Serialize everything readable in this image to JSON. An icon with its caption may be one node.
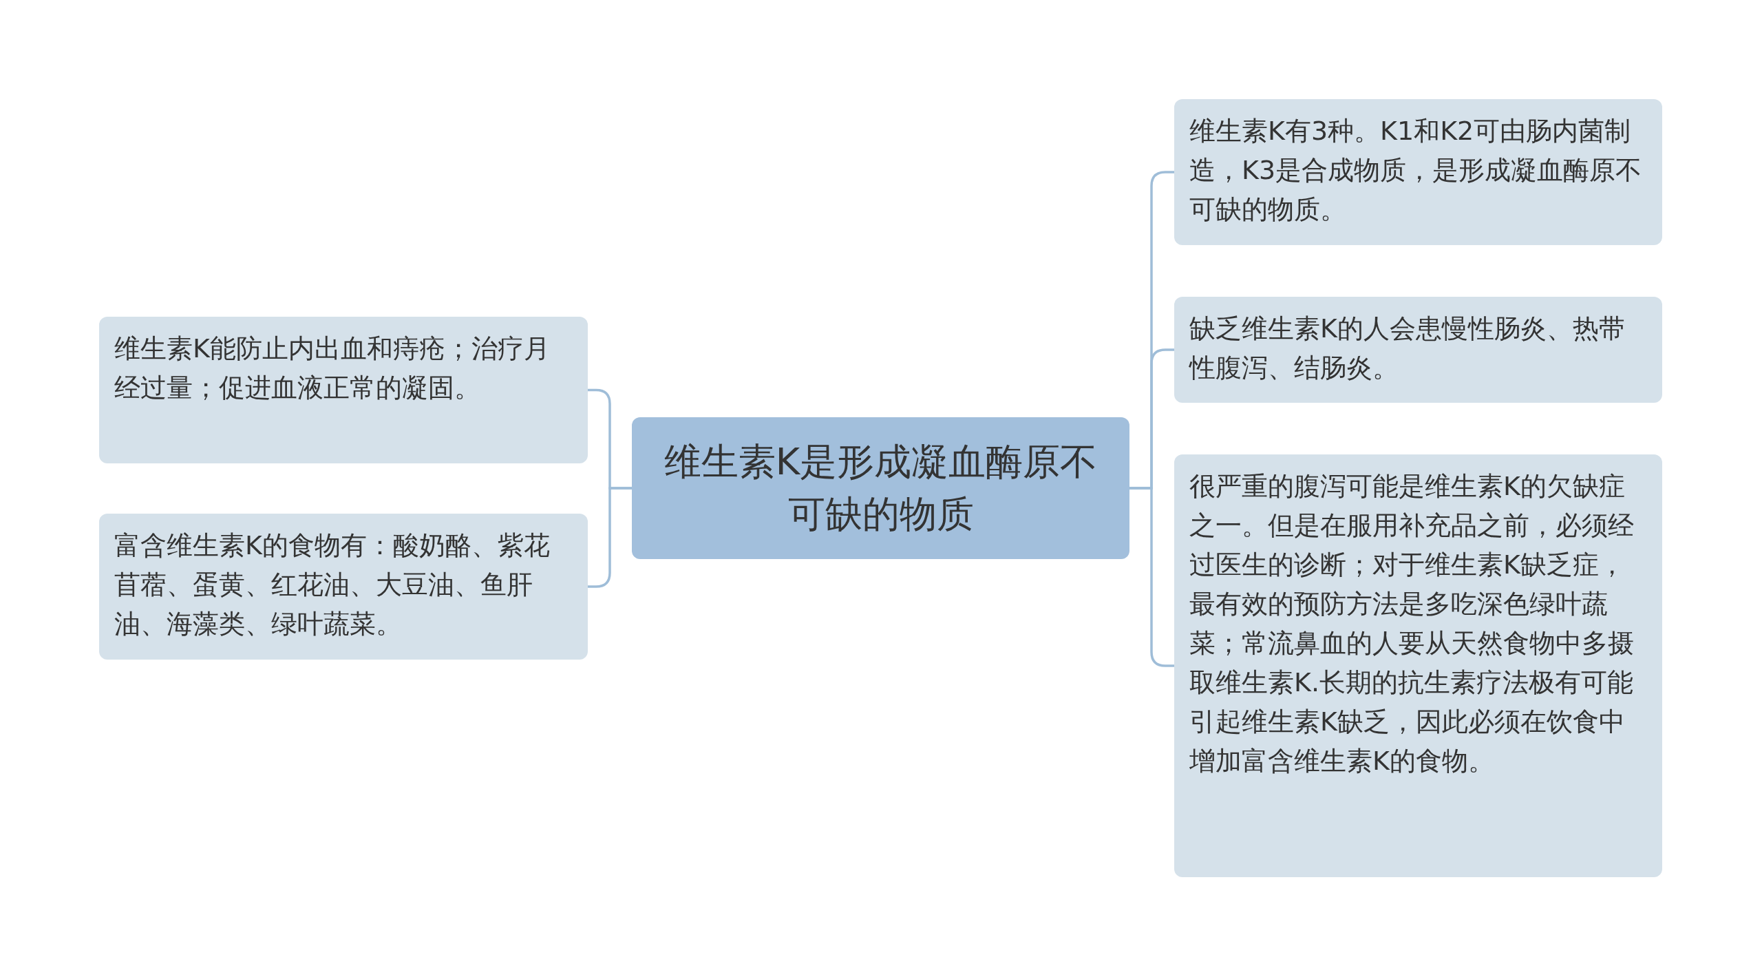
{
  "diagram": {
    "nodes": [
      {
        "text": [
          "维生素K是形成凝血酶原不可缺的物质"
        ]
      },
      {
        "text": [
          "维生素K能防止内出血和痔疮；治疗月经过量；促进血液正常的凝固。"
        ]
      },
      {
        "text": [
          "富含维生素K的食物有：酸奶酪、紫花苜蓿、蛋黄、红花油、大豆油、鱼肝油、海藻类、绿叶蔬菜。"
        ]
      },
      {
        "text": [
          "维生素K有3种。K1和K2可由肠内菌制造，K3是合成物质，是形成凝血酶原不可缺的物质。"
        ]
      },
      {
        "text": [
          "缺乏维生素K的人会患慢性肠炎、热带性腹泻、结肠炎。"
        ]
      },
      {
        "text": [
          "很严重的腹泻可能是维生素K的欠缺症之一。但是在服用补充品之前，必须经过医生的诊断；对于维生素K缺乏症，最有效的预防方法是多吃深色绿叶蔬菜；常流鼻血的人要从天然食物中多摄取维生素K.长期的抗生素疗法极有可能引起维生素K缺乏，因此必须在饮食中增加富含维生素K的食物。"
        ]
      }
    ],
    "edges": [
      {
        "from": 0,
        "to": 1,
        "arrow": "none"
      },
      {
        "from": 0,
        "to": 2,
        "arrow": "none"
      },
      {
        "from": 0,
        "to": 3,
        "arrow": "none"
      },
      {
        "from": 0,
        "to": 4,
        "arrow": "none"
      },
      {
        "from": 0,
        "to": 5,
        "arrow": "none"
      }
    ]
  }
}
